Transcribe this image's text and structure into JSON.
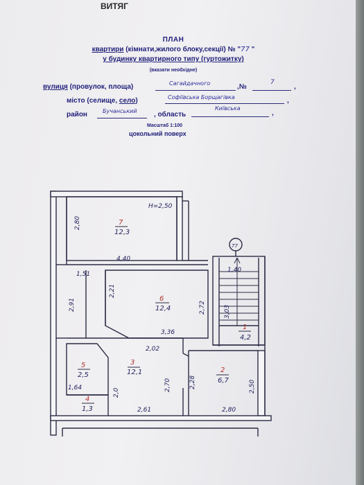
{
  "document": {
    "header": "ВИТЯГ",
    "title": "ПЛАН",
    "line1_a": "квартири",
    "line1_b": " (кімнати,жилого блоку,секції) № \"",
    "apt_number": "77",
    "line1_end": " \"",
    "line2": "у будинку квартирного  типу (гуртожитку)",
    "note": "(вказати необхідне)",
    "street_label": "вулиця",
    "street_label_rest": " (провулок, площа)",
    "street_value": "Сагайдачного",
    "house_label": ",№",
    "house_value": "7",
    "city_label": "місто (селище, ",
    "city_label_u": "село",
    "city_label_end": ")",
    "city_value": "Софіївська Борщагівка",
    "district_label": "район",
    "district_value": "Бучанський",
    "region_label": ", область",
    "region_value": "Київська",
    "scale": "Масштаб 1:100",
    "floor": "цокольний поверх"
  },
  "plan": {
    "height_mark": "H=2,50",
    "stair_marker": "77",
    "dims": {
      "r7_height": "2,80",
      "r7_width": "4,40",
      "d_151": "1,51",
      "d_221": "2,21",
      "d_291": "2,91",
      "r6_width": "3,36",
      "r6_height": "2,72",
      "d_202": "2,02",
      "stair_width": "1,40",
      "stair_height": "3,03",
      "d_164": "1,64",
      "d_20": "2,0",
      "r3_height": "2,70",
      "r3_width": "2,61",
      "d_228": "2,28",
      "r2_height": "2,50",
      "r2_width": "2,80"
    },
    "rooms": [
      {
        "num": "7",
        "area": "12,3"
      },
      {
        "num": "6",
        "area": "12,4"
      },
      {
        "num": "1",
        "area": "4,2"
      },
      {
        "num": "5",
        "area": "2,5"
      },
      {
        "num": "3",
        "area": "12,1"
      },
      {
        "num": "2",
        "area": "6,7"
      },
      {
        "num": "4",
        "area": "1,3"
      }
    ]
  }
}
